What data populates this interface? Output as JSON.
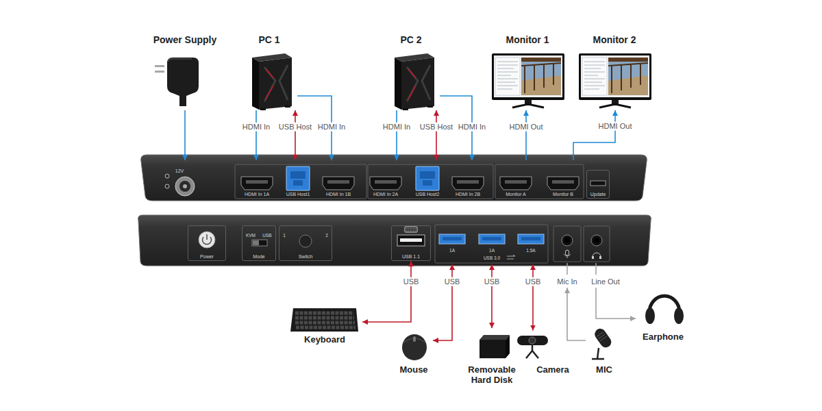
{
  "diagram": {
    "nodes": [
      {
        "text": [
          "Power Supply"
        ]
      },
      {
        "text": [
          "PC 1"
        ]
      },
      {
        "text": [
          "PC 2"
        ]
      },
      {
        "text": [
          "Monitor 1"
        ]
      },
      {
        "text": [
          "Monitor 2"
        ]
      },
      {
        "text": [
          "12V"
        ]
      },
      {
        "text": [
          "HDMI In 1A"
        ]
      },
      {
        "text": [
          "USB Host1"
        ]
      },
      {
        "text": [
          "HDMI In 1B"
        ]
      },
      {
        "text": [
          "HDMI In 2A"
        ]
      },
      {
        "text": [
          "USB Host2"
        ]
      },
      {
        "text": [
          "HDMI In 2B"
        ]
      },
      {
        "text": [
          "Monitor A"
        ]
      },
      {
        "text": [
          "Monitor B"
        ]
      },
      {
        "text": [
          "Update"
        ]
      },
      {
        "text": [
          "Power"
        ]
      },
      {
        "text": [
          "KVM",
          "USB",
          "Mode"
        ]
      },
      {
        "text": [
          "1",
          "2",
          "Switch"
        ]
      },
      {
        "text": [
          "USB 1.1"
        ]
      },
      {
        "text": [
          "1A"
        ]
      },
      {
        "text": [
          "1A"
        ]
      },
      {
        "text": [
          "1.5A"
        ]
      },
      {
        "text": [
          "Mic In"
        ]
      },
      {
        "text": [
          "Line Out"
        ]
      },
      {
        "text": [
          "Keyboard"
        ]
      },
      {
        "text": [
          "Mouse"
        ]
      },
      {
        "text": [
          "Removable Hard Disk"
        ]
      },
      {
        "text": [
          "Camera"
        ]
      },
      {
        "text": [
          "MIC"
        ]
      },
      {
        "text": [
          "Earphone"
        ]
      }
    ],
    "edges": [
      {
        "from": 0,
        "to": 5,
        "arrow": "to"
      },
      {
        "from": 1,
        "to": 6,
        "label": "HDMI In",
        "arrow": "to"
      },
      {
        "from": 1,
        "to": 7,
        "label": "USB Host",
        "arrow": "both"
      },
      {
        "from": 1,
        "to": 8,
        "label": "HDMI In",
        "arrow": "to"
      },
      {
        "from": 2,
        "to": 9,
        "label": "HDMI In",
        "arrow": "to"
      },
      {
        "from": 2,
        "to": 10,
        "label": "USB Host",
        "arrow": "both"
      },
      {
        "from": 2,
        "to": 11,
        "label": "HDMI In",
        "arrow": "to"
      },
      {
        "from": 12,
        "to": 3,
        "label": "HDMI Out",
        "arrow": "to"
      },
      {
        "from": 13,
        "to": 4,
        "label": "HDMI Out",
        "arrow": "to"
      },
      {
        "from": 24,
        "to": 18,
        "label": "USB",
        "arrow": "both"
      },
      {
        "from": 25,
        "to": 19,
        "label": "USB",
        "arrow": "both"
      },
      {
        "from": 26,
        "to": 20,
        "label": "USB",
        "arrow": "both"
      },
      {
        "from": 27,
        "to": 21,
        "label": "USB",
        "arrow": "both"
      },
      {
        "from": 28,
        "to": 22,
        "arrow": "to"
      },
      {
        "from": 23,
        "to": 29,
        "arrow": "to"
      }
    ],
    "labels": [
      "USB 3.0"
    ]
  }
}
